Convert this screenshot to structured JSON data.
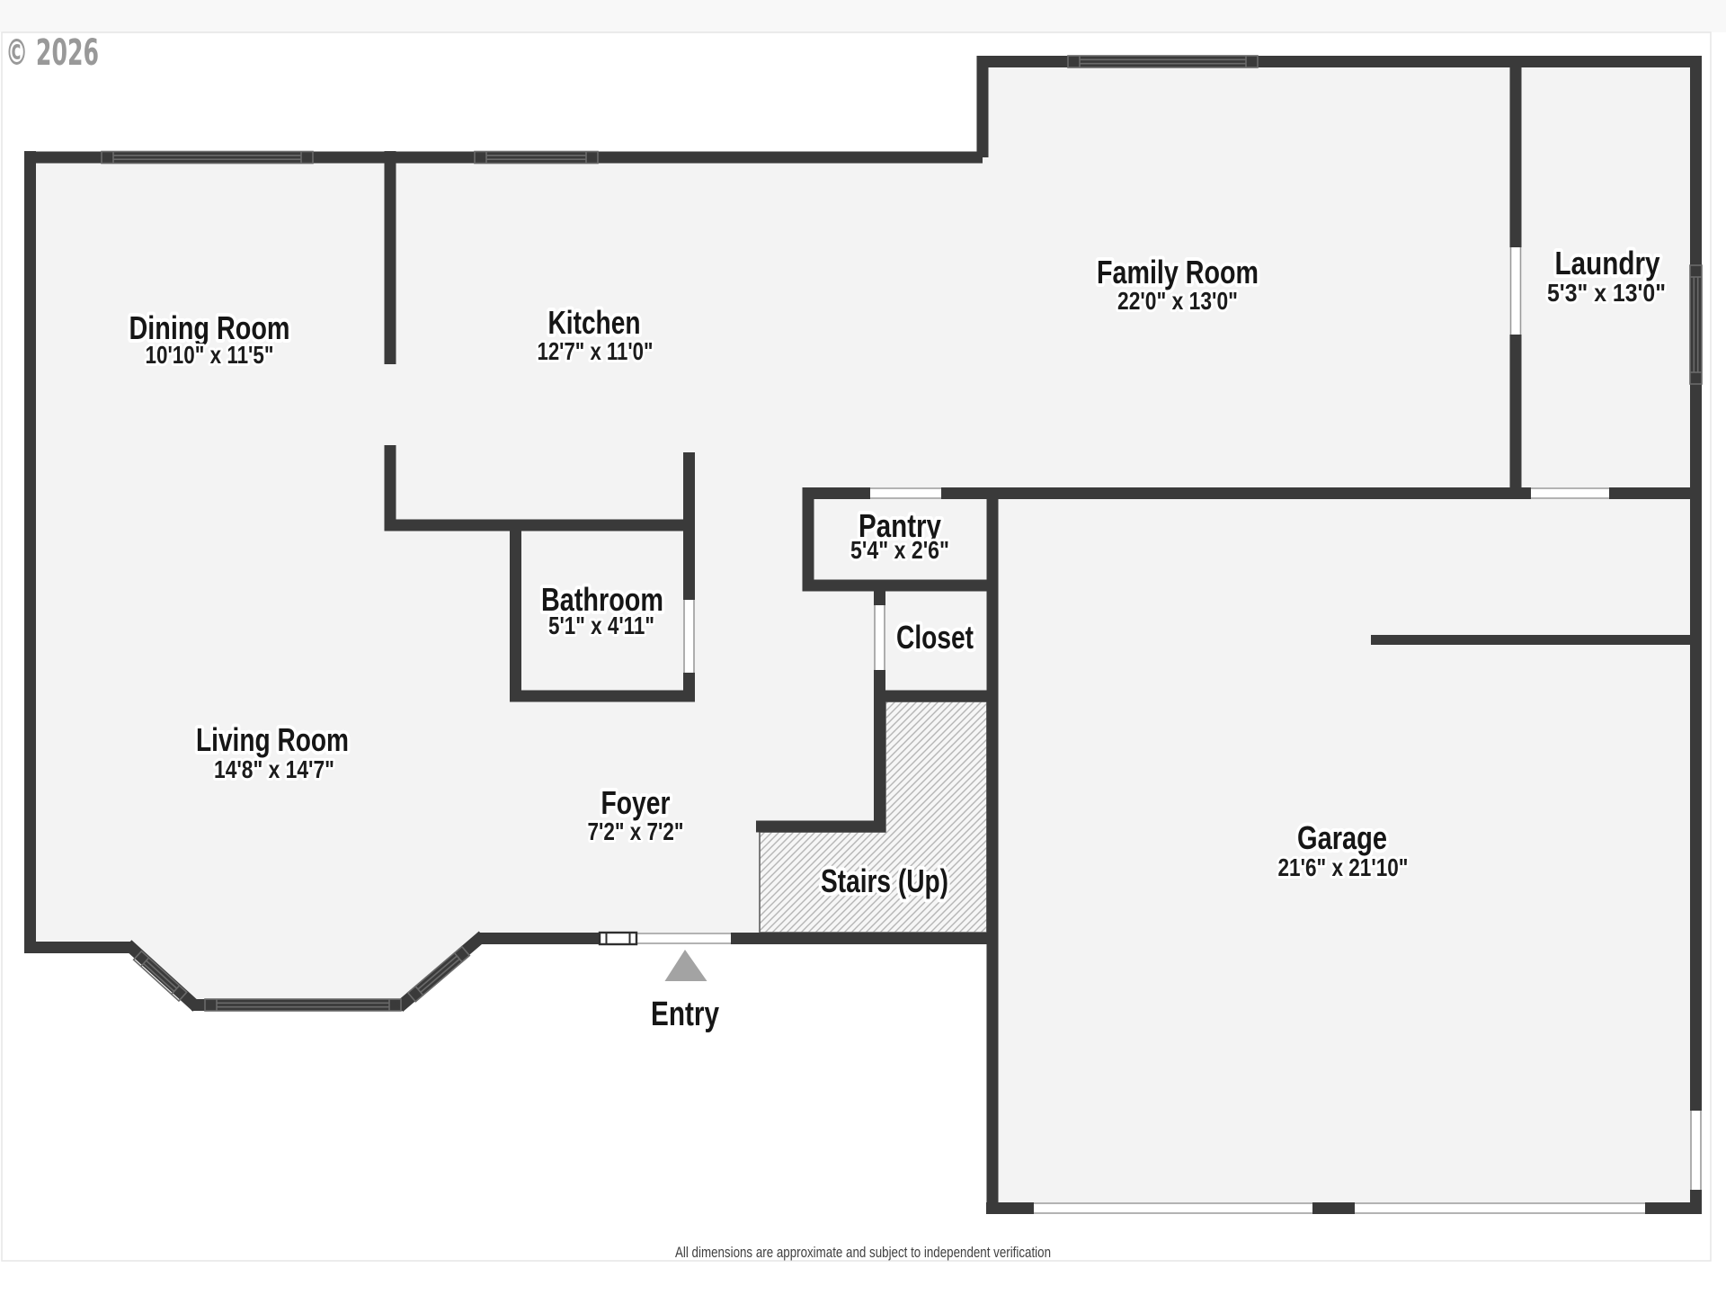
{
  "watermark": "© 2026",
  "footer": "All dimensions are approximate and subject to independent verification",
  "colors": {
    "wall": "#3a3a3a",
    "floor": "#f3f3f3",
    "stairs_floor": "#f6f6f6",
    "hatch": "#b5b5b5",
    "entry_marker": "#a3a3a3",
    "border": "#e6e6e6"
  },
  "rooms": {
    "dining": {
      "name": "Dining Room",
      "dims": "10'10\" x 11'5\""
    },
    "kitchen": {
      "name": "Kitchen",
      "dims": "12'7\" x 11'0\""
    },
    "family": {
      "name": "Family Room",
      "dims": "22'0\" x 13'0\""
    },
    "laundry": {
      "name": "Laundry",
      "dims": "5'3\" x 13'0\""
    },
    "pantry": {
      "name": "Pantry",
      "dims": "5'4\" x 2'6\""
    },
    "closet": {
      "name": "Closet"
    },
    "bathroom": {
      "name": "Bathroom",
      "dims": "5'1\" x 4'11\""
    },
    "living": {
      "name": "Living Room",
      "dims": "14'8\" x 14'7\""
    },
    "foyer": {
      "name": "Foyer",
      "dims": "7'2\" x 7'2\""
    },
    "stairs": {
      "name": "Stairs (Up)"
    },
    "garage": {
      "name": "Garage",
      "dims": "21'6\" x 21'10\""
    },
    "entry": {
      "name": "Entry"
    }
  }
}
